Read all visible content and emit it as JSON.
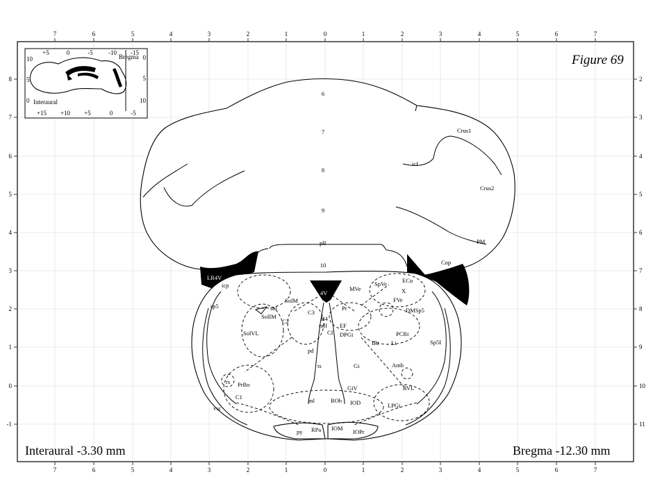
{
  "figure": {
    "title": "Figure 69"
  },
  "coords": {
    "interaural": "Interaural -3.30 mm",
    "bregma": "Bregma -12.30 mm"
  },
  "axes": {
    "top_ticks": [
      "7",
      "6",
      "5",
      "4",
      "3",
      "2",
      "1",
      "0",
      "1",
      "2",
      "3",
      "4",
      "5",
      "6",
      "7"
    ],
    "bottom_ticks": [
      "7",
      "6",
      "5",
      "4",
      "3",
      "2",
      "1",
      "0",
      "1",
      "2",
      "3",
      "4",
      "5",
      "6",
      "7"
    ],
    "left_ticks": [
      "8",
      "7",
      "6",
      "5",
      "4",
      "3",
      "2",
      "1",
      "0",
      "-1"
    ],
    "right_ticks": [
      "2",
      "3",
      "4",
      "5",
      "6",
      "7",
      "8",
      "9",
      "10",
      "11"
    ]
  },
  "inset": {
    "top_labels": [
      "+5",
      "0",
      "-5",
      "-10",
      "-15"
    ],
    "bottom_labels": [
      "+15",
      "+10",
      "+5",
      "0",
      "-5"
    ],
    "left_labels": [
      "10",
      "5",
      "0"
    ],
    "right_labels": [
      "0",
      "5",
      "10"
    ],
    "bregma_label": "Bregma",
    "interaural_label": "Interaural"
  },
  "regions": {
    "lobule6": "6",
    "lobule7": "7",
    "lobule8": "8",
    "lobule9": "9",
    "lobule10": "10",
    "crus1": "Crus1",
    "crus2": "Crus2",
    "icf": "icf",
    "pm": "PM",
    "cop": "Cop",
    "plf": "plf",
    "lr4v": "LR4V",
    "v4": "4V",
    "icp": "icp",
    "sp5": "sp5",
    "solm": "SolM",
    "sol": "sol",
    "solim": "SolIM",
    "c2": "C2",
    "c3": "C3",
    "b4": "B4",
    "mlf": "mlf",
    "ef": "EF",
    "ci": "CI",
    "dpgi": "DPGi",
    "solvl": "SolVL",
    "pd": "pd",
    "ts": "ts",
    "gi": "Gi",
    "irt": "IRt",
    "li": "Li",
    "pcrt": "PCRt",
    "sp5i": "Sp5I",
    "amb": "Amb",
    "mve": "MVe",
    "spve": "SpVe",
    "ecu": "ECu",
    "x": "X",
    "fve": "FVe",
    "pr": "Pr",
    "dmsp5": "DMSp5",
    "rs": "rs",
    "prbo": "PrBo",
    "c1": "C1",
    "rvl": "RVL",
    "giv": "GiV",
    "lpgi": "LPGi",
    "vsc": "vsc",
    "ml": "ml",
    "rob": "ROb",
    "iod": "IOD",
    "py": "py",
    "rpa": "RPa",
    "iom": "IOM",
    "iopr": "IOPr"
  }
}
